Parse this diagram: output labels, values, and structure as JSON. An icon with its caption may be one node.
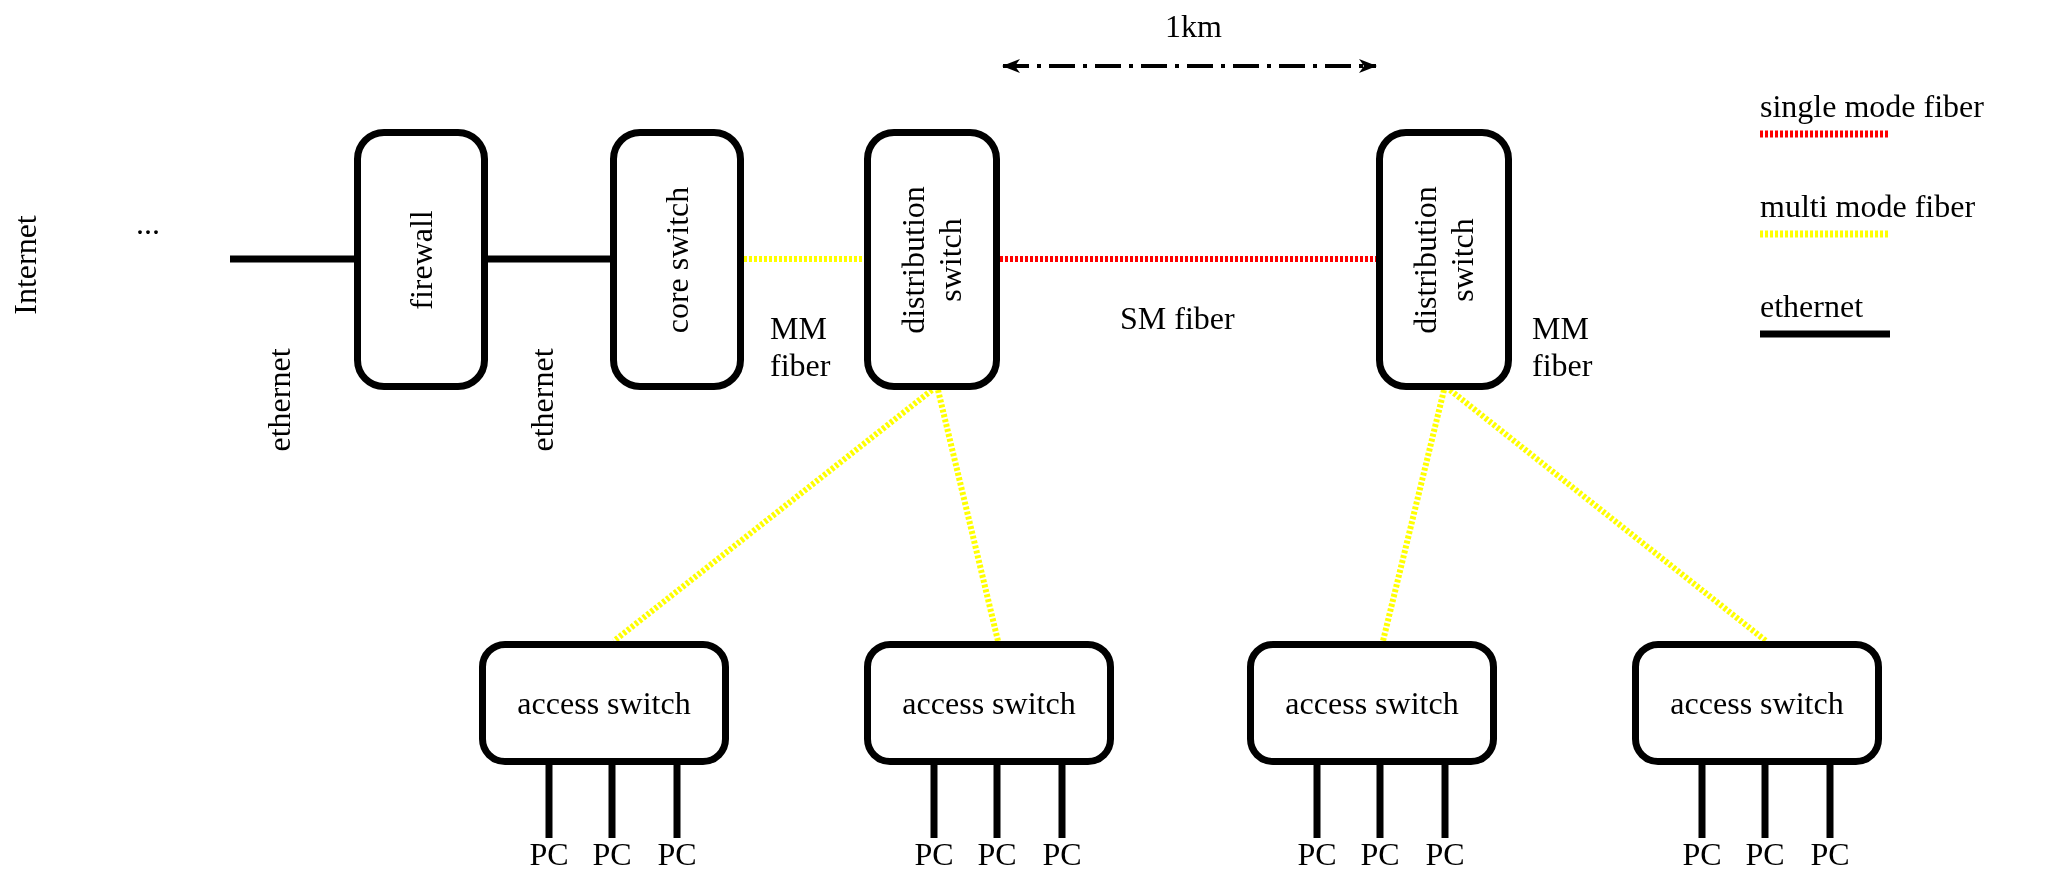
{
  "diagram": {
    "nodes": [
      {
        "text": [
          "firewall"
        ]
      },
      {
        "text": [
          "core switch"
        ]
      },
      {
        "text": [
          "distribution switch"
        ]
      },
      {
        "text": [
          "distribution switch"
        ]
      },
      {
        "text": [
          "access switch"
        ]
      },
      {
        "text": [
          "access switch"
        ]
      },
      {
        "text": [
          "access switch"
        ]
      },
      {
        "text": [
          "access switch"
        ]
      },
      {
        "text": [
          "PC"
        ]
      },
      {
        "text": [
          "PC"
        ]
      },
      {
        "text": [
          "PC"
        ]
      },
      {
        "text": [
          "PC"
        ]
      },
      {
        "text": [
          "PC"
        ]
      },
      {
        "text": [
          "PC"
        ]
      },
      {
        "text": [
          "PC"
        ]
      },
      {
        "text": [
          "PC"
        ]
      },
      {
        "text": [
          "PC"
        ]
      },
      {
        "text": [
          "PC"
        ]
      },
      {
        "text": [
          "PC"
        ]
      },
      {
        "text": [
          "PC"
        ]
      }
    ],
    "edges": [
      {
        "from": null,
        "to": 0,
        "arrow": "none"
      },
      {
        "from": 0,
        "to": 1,
        "arrow": "none"
      },
      {
        "from": 1,
        "to": 2,
        "arrow": "none",
        "style": "dashed",
        "color": "#ffff00"
      },
      {
        "from": 2,
        "to": 3,
        "arrow": "none",
        "style": "dashed",
        "color": "#ff0000"
      },
      {
        "from": 2,
        "to": 4,
        "arrow": "none",
        "style": "dashed",
        "color": "#ffff00"
      },
      {
        "from": 2,
        "to": 5,
        "arrow": "none",
        "style": "dashed",
        "color": "#ffff00"
      },
      {
        "from": 3,
        "to": 6,
        "arrow": "none",
        "style": "dashed",
        "color": "#ffff00"
      },
      {
        "from": 3,
        "to": 7,
        "arrow": "none",
        "style": "dashed",
        "color": "#ffff00"
      },
      {
        "from": 4,
        "to": 8,
        "arrow": "none"
      },
      {
        "from": 4,
        "to": 9,
        "arrow": "none"
      },
      {
        "from": 4,
        "to": 10,
        "arrow": "none"
      },
      {
        "from": 5,
        "to": 11,
        "arrow": "none"
      },
      {
        "from": 5,
        "to": 12,
        "arrow": "none"
      },
      {
        "from": 5,
        "to": 13,
        "arrow": "none"
      },
      {
        "from": 6,
        "to": 14,
        "arrow": "none"
      },
      {
        "from": 6,
        "to": 15,
        "arrow": "none"
      },
      {
        "from": 6,
        "to": 16,
        "arrow": "none"
      },
      {
        "from": 7,
        "to": 17,
        "arrow": "none"
      },
      {
        "from": 7,
        "to": 18,
        "arrow": "none"
      },
      {
        "from": 7,
        "to": 19,
        "arrow": "none"
      }
    ],
    "labels": [
      "1km",
      "Internet",
      "...",
      "ethernet",
      "ethernet",
      "MM fiber",
      "SM fiber",
      "MM fiber"
    ],
    "legend": [
      {
        "text": "single mode fiber",
        "color": "#ff0000"
      },
      {
        "text": "multi mode fiber",
        "color": "#ffff00"
      },
      {
        "text": "ethernet",
        "color": "#000000"
      }
    ]
  }
}
